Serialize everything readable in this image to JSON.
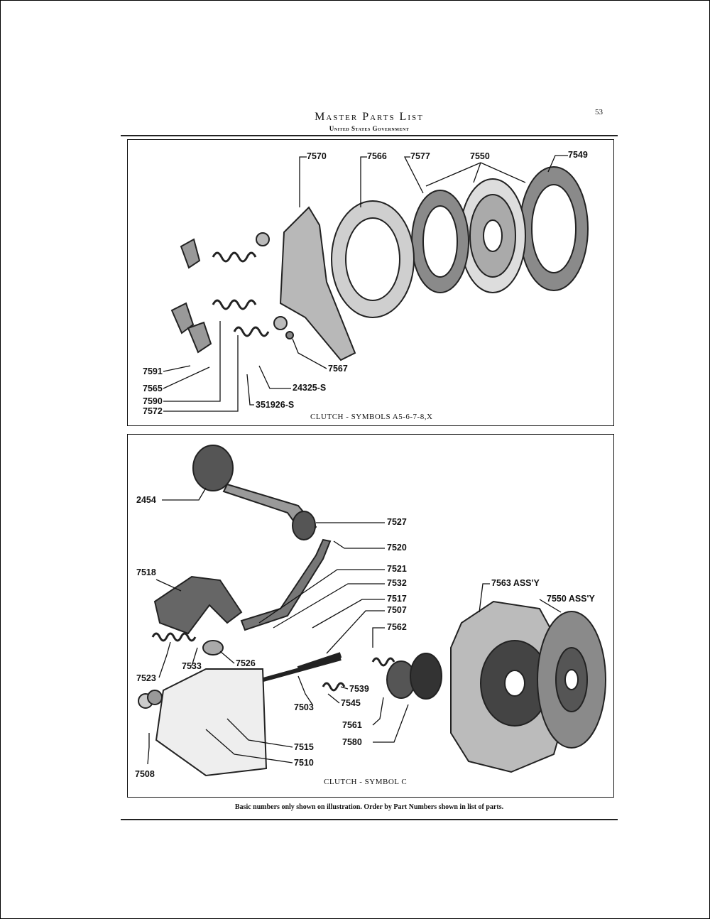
{
  "header": {
    "title": "Master Parts List",
    "subtitle": "United States Government",
    "page_number": "53"
  },
  "figure_a": {
    "caption": "CLUTCH - SYMBOLS A5-6-7-8,X",
    "callouts": [
      "7570",
      "7566",
      "7577",
      "7550",
      "7549",
      "7591",
      "7565",
      "7590",
      "7572",
      "7567",
      "24325-S",
      "351926-S"
    ]
  },
  "figure_c": {
    "caption": "CLUTCH - SYMBOL C",
    "callouts": [
      "2454",
      "7527",
      "7520",
      "7518",
      "7521",
      "7532",
      "7517",
      "7507",
      "7562",
      "7563 ASS'Y",
      "7550 ASS'Y",
      "7523",
      "7533",
      "7526",
      "7539",
      "7545",
      "7503",
      "7561",
      "7580",
      "7515",
      "7510",
      "7508"
    ]
  },
  "footer": {
    "note": "Basic numbers only shown on illustration.  Order by Part Numbers shown in list of parts."
  }
}
